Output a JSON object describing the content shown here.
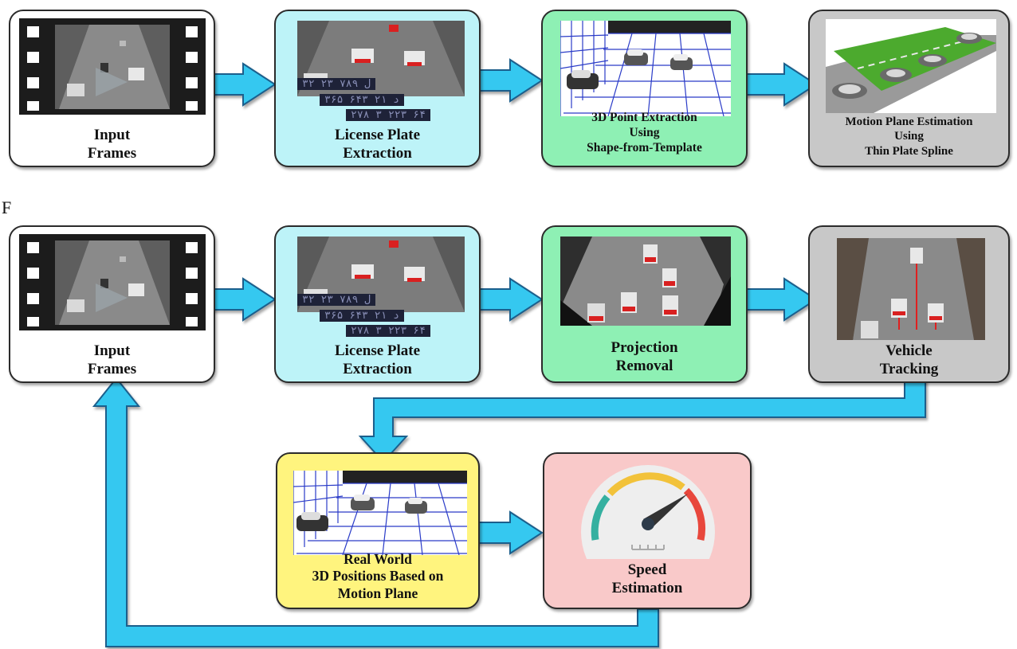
{
  "section_marker": "F",
  "pipeline_top": {
    "boxes": [
      {
        "lines": [
          "Input",
          "Frames"
        ],
        "fill": "#ffffff"
      },
      {
        "lines": [
          "License Plate",
          "Extraction"
        ],
        "fill": "#bdf3f8"
      },
      {
        "lines": [
          "3D Point Extraction",
          "Using",
          "Shape-from-Template"
        ],
        "fill": "#8ef0b4"
      },
      {
        "lines": [
          "Motion Plane Estimation",
          "Using",
          "Thin Plate Spline"
        ],
        "fill": "#c8c8c8"
      }
    ]
  },
  "pipeline_bottom": {
    "boxes": [
      {
        "lines": [
          "Input",
          "Frames"
        ],
        "fill": "#ffffff"
      },
      {
        "lines": [
          "License Plate",
          "Extraction"
        ],
        "fill": "#bdf3f8"
      },
      {
        "lines": [
          "Projection",
          "Removal"
        ],
        "fill": "#8ef0b4"
      },
      {
        "lines": [
          "Vehicle",
          "Tracking"
        ],
        "fill": "#c8c8c8"
      },
      {
        "lines": [
          "Real World",
          "3D Positions Based on",
          "Motion Plane"
        ],
        "fill": "#fff47e"
      },
      {
        "lines": [
          "Speed",
          "Estimation"
        ],
        "fill": "#f9c9c9"
      }
    ]
  },
  "colors": {
    "arrow": "#36c8f0",
    "arrow_edge": "#1a5f8c",
    "plate_bg": "#1e2238"
  },
  "icons": [
    "film-strip-icon",
    "speedometer-icon"
  ]
}
